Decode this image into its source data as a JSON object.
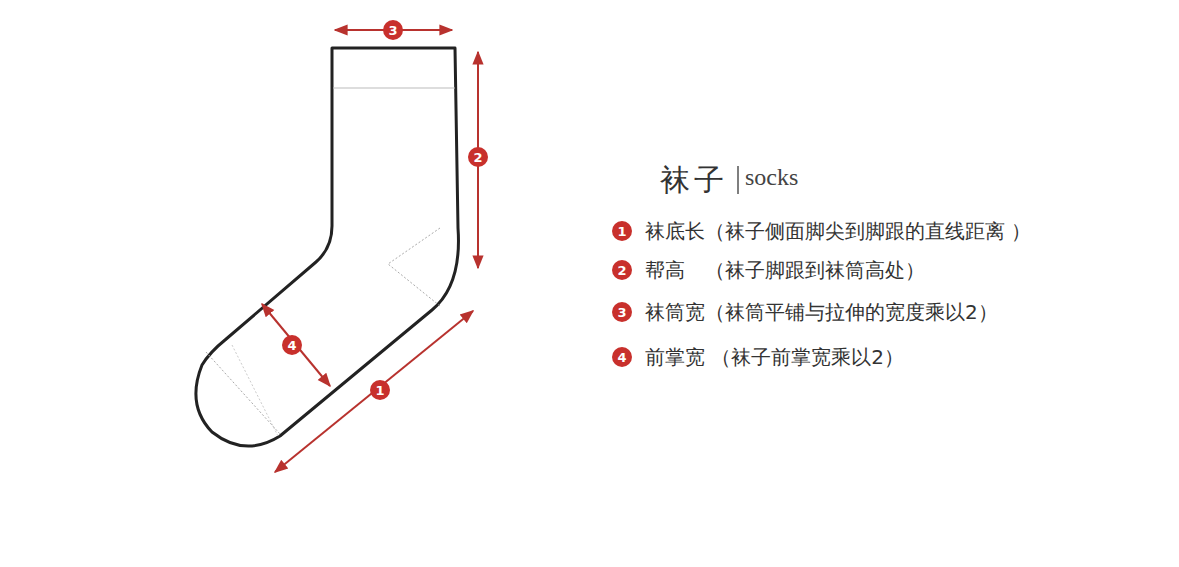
{
  "diagram": {
    "title": "袜子",
    "labels": [
      "3",
      "2",
      "4",
      "1",
      "socks",
      "1",
      "袜底长（袜子侧面脚尖到脚跟的直线距离 ）",
      "2",
      "帮高　（袜子脚跟到袜筒高处）",
      "3",
      "袜筒宽（袜筒平铺与拉伸的宽度乘以2）",
      "4",
      "前掌宽 （袜子前掌宽乘以2）"
    ]
  }
}
